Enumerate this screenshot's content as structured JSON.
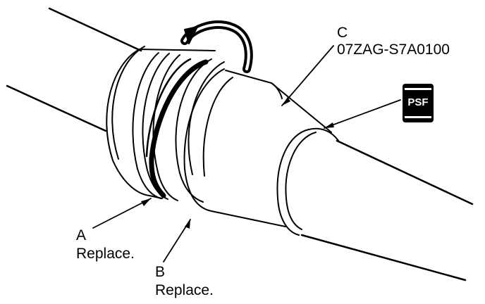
{
  "labels": {
    "c_letter": "C",
    "c_part_number": "07ZAG-S7A0100",
    "a_letter": "A",
    "a_note": "Replace.",
    "b_letter": "B",
    "b_note": "Replace."
  },
  "badge": {
    "text": "PSF",
    "color": "#000000"
  }
}
